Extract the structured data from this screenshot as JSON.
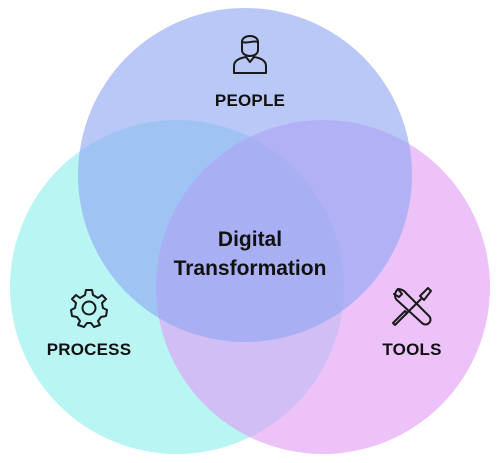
{
  "diagram": {
    "type": "venn",
    "center_label_lines": [
      "Digital",
      "Transformation"
    ],
    "sets": [
      {
        "id": "people",
        "label": "PEOPLE",
        "icon": "person-icon",
        "color": "#8fa7f2"
      },
      {
        "id": "process",
        "label": "PROCESS",
        "icon": "gear-icon",
        "color": "#7fede9"
      },
      {
        "id": "tools",
        "label": "TOOLS",
        "icon": "tools-icon",
        "color": "#df9af5"
      }
    ]
  }
}
